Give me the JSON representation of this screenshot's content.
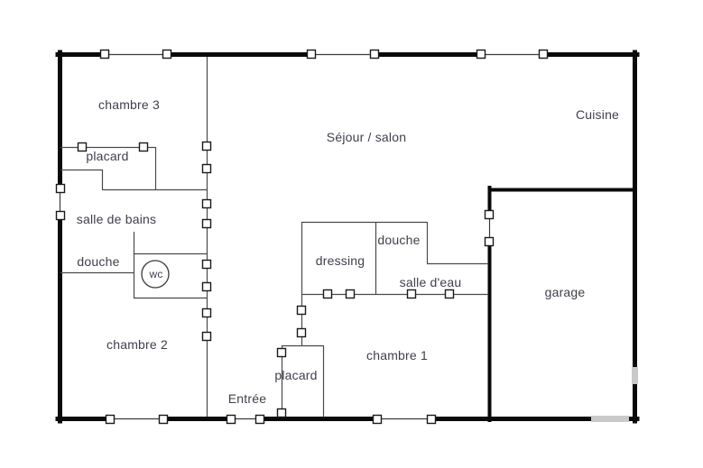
{
  "plan": {
    "title": "floor-plan",
    "labels": {
      "chambre3": "chambre 3",
      "placard_top": "placard",
      "salle_de_bains": "salle de bains",
      "douche_left": "douche",
      "wc": "wc",
      "chambre2": "chambre 2",
      "entree": "Entrée",
      "sejour": "Séjour / salon",
      "cuisine": "Cuisine",
      "dressing": "dressing",
      "douche_right": "douche",
      "salle_deau": "salle d'eau",
      "chambre1": "chambre 1",
      "placard_bottom": "placard",
      "garage": "garage"
    },
    "colors": {
      "wall": "#0a0a0a",
      "interior_line": "#4a4a4a",
      "opening_line": "#3c3c3c",
      "handle_fill": "#ffffff",
      "handle_border": "#1a1a1a",
      "label_text": "#3f3f4b",
      "watermark": "#c9c9c9",
      "background": "#ffffff"
    }
  }
}
